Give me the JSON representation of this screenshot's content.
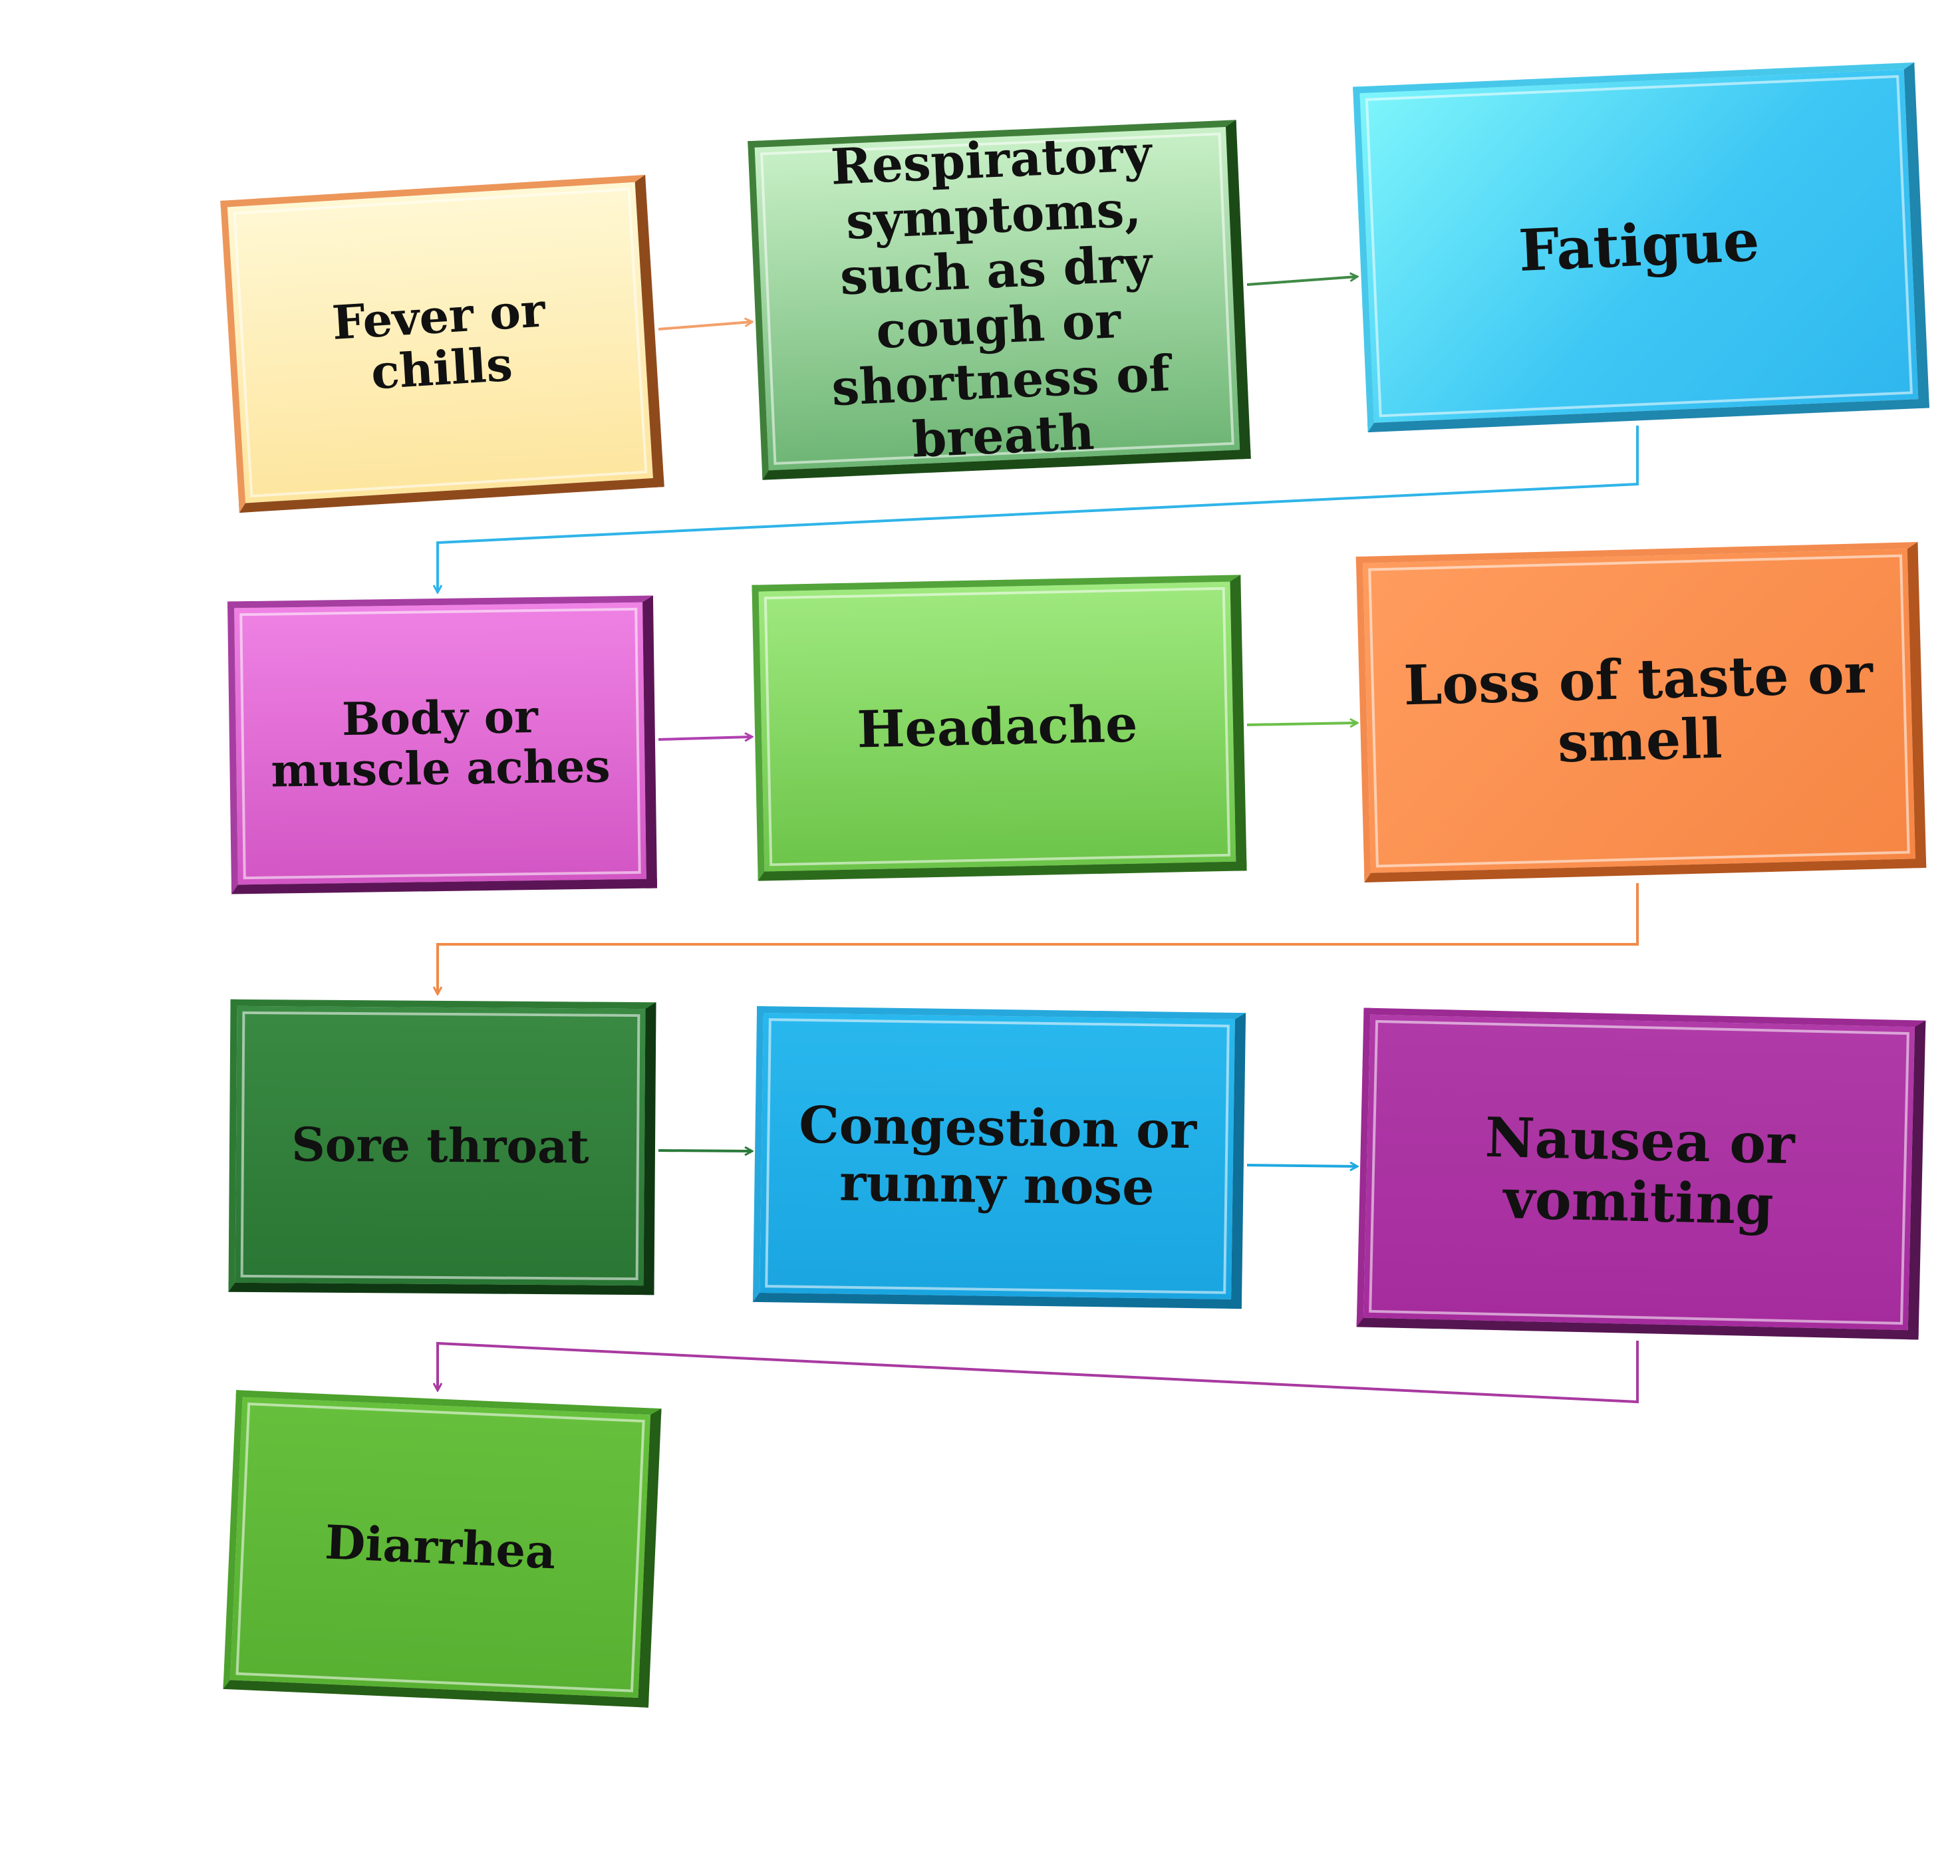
{
  "diagram": {
    "boxes": [
      {
        "id": "fever",
        "label": "Fever or chills"
      },
      {
        "id": "resp",
        "label": "Respiratory symptoms, such as dry cough or shortness of breath"
      },
      {
        "id": "fatigue",
        "label": "Fatigue"
      },
      {
        "id": "body",
        "label": "Body or muscle aches"
      },
      {
        "id": "headache",
        "label": "Headache"
      },
      {
        "id": "taste",
        "label": "Loss of taste or smell"
      },
      {
        "id": "sore",
        "label": "Sore throat"
      },
      {
        "id": "congest",
        "label": "Congestion or runny nose"
      },
      {
        "id": "nausea",
        "label": "Nausea or vomiting"
      },
      {
        "id": "diarrhea",
        "label": "Diarrhea"
      }
    ],
    "connectors": [
      {
        "from": "fever",
        "to": "resp",
        "color": "#f2a06a"
      },
      {
        "from": "resp",
        "to": "fatigue",
        "color": "#3f8a46"
      },
      {
        "from": "fatigue",
        "to": "body",
        "color": "#2fb4e8"
      },
      {
        "from": "body",
        "to": "headache",
        "color": "#b040b0"
      },
      {
        "from": "headache",
        "to": "taste",
        "color": "#6cc049"
      },
      {
        "from": "taste",
        "to": "sore",
        "color": "#f08a48"
      },
      {
        "from": "sore",
        "to": "congest",
        "color": "#2a7a3a"
      },
      {
        "from": "congest",
        "to": "nausea",
        "color": "#1fa8e0"
      },
      {
        "from": "nausea",
        "to": "diarrhea",
        "color": "#a83aa0"
      }
    ]
  }
}
